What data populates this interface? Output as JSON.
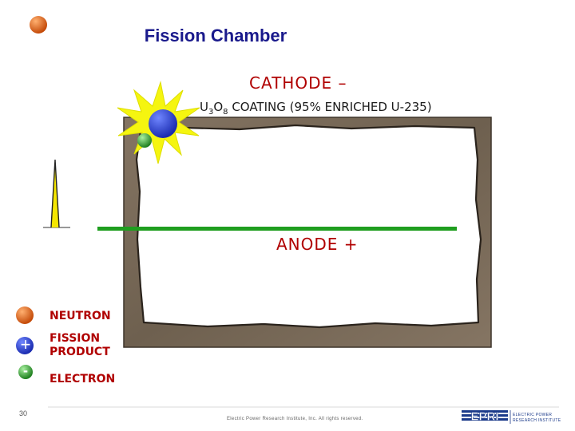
{
  "title": "Fission Chamber",
  "cathode": {
    "label": "CATHODE –",
    "coating": {
      "prefix": "U",
      "sub1": "3",
      "mid": "O",
      "sub2": "8",
      "suffix": " COATING (95% ENRICHED U-235)"
    }
  },
  "anode": {
    "label": "ANODE +"
  },
  "legend": {
    "neutron": "NEUTRON",
    "fission_line1": "FISSION",
    "fission_line2": "PRODUCT",
    "electron": "ELECTRON",
    "plus_symbol": "+",
    "minus_symbol": "-"
  },
  "footer": {
    "page_number": "30",
    "copyright": "Electric Power Research Institute, Inc. All rights reserved.",
    "logo_text": "EPRI",
    "logo_line1": "ELECTRIC POWER",
    "logo_line2": "RESEARCH INSTITUTE"
  },
  "colors": {
    "title": "#1a1a8c",
    "label_red": "#b00000",
    "neutron": "#d45a10",
    "fission_product": "#2a3fd6",
    "electron_green": "#35a535",
    "chamber_wall": "#7a6a58",
    "chamber_interior": "#ffffff",
    "anode_line": "#1f9e1f",
    "burst": "#f5f510",
    "logo_blue": "#1b3a8a"
  },
  "icons": {
    "neutron": "orange-sphere-icon",
    "fission_product": "blue-sphere-icon",
    "electron": "green-sphere-icon",
    "burst": "starburst-icon",
    "pulse": "pulse-signal-icon"
  }
}
